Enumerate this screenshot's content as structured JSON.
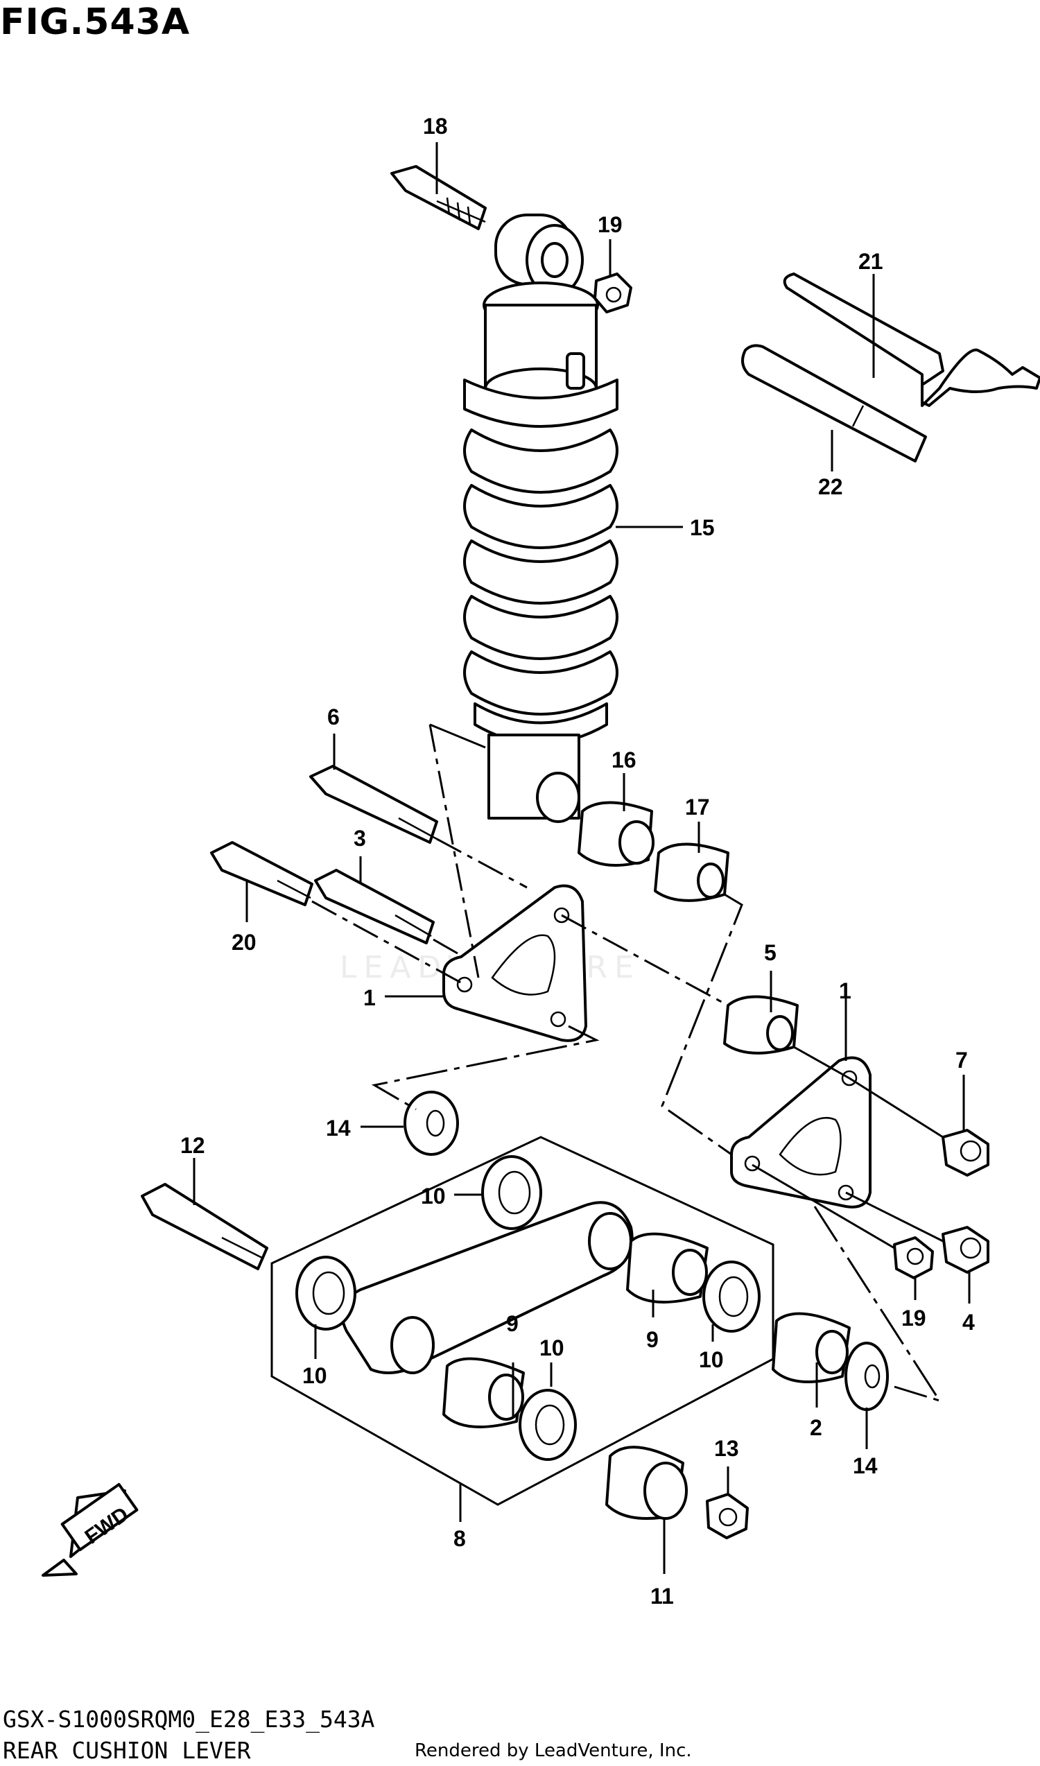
{
  "figure_title": "FIG.543A",
  "model_code": "GSX-S1000SRQM0_E28_E33_543A",
  "caption": "REAR CUSHION LEVER",
  "rendered_by": "Rendered by LeadVenture, Inc.",
  "watermark": "LEADVENTURE",
  "fwd_label": "FWD",
  "callouts": [
    {
      "id": "c18",
      "text": "18"
    },
    {
      "id": "c19a",
      "text": "19"
    },
    {
      "id": "c21",
      "text": "21"
    },
    {
      "id": "c22",
      "text": "22"
    },
    {
      "id": "c15",
      "text": "15"
    },
    {
      "id": "c6",
      "text": "6"
    },
    {
      "id": "c16",
      "text": "16"
    },
    {
      "id": "c17",
      "text": "17"
    },
    {
      "id": "c3",
      "text": "3"
    },
    {
      "id": "c20",
      "text": "20"
    },
    {
      "id": "c5",
      "text": "5"
    },
    {
      "id": "c1a",
      "text": "1"
    },
    {
      "id": "c1b",
      "text": "1"
    },
    {
      "id": "c7",
      "text": "7"
    },
    {
      "id": "c14a",
      "text": "14"
    },
    {
      "id": "c12",
      "text": "12"
    },
    {
      "id": "c10a",
      "text": "10"
    },
    {
      "id": "c19b",
      "text": "19"
    },
    {
      "id": "c4",
      "text": "4"
    },
    {
      "id": "c9a",
      "text": "9"
    },
    {
      "id": "c10b",
      "text": "10"
    },
    {
      "id": "c9b",
      "text": "9"
    },
    {
      "id": "c10c",
      "text": "10"
    },
    {
      "id": "c10d",
      "text": "10"
    },
    {
      "id": "c2",
      "text": "2"
    },
    {
      "id": "c14b",
      "text": "14"
    },
    {
      "id": "c13",
      "text": "13"
    },
    {
      "id": "c8",
      "text": "8"
    },
    {
      "id": "c11",
      "text": "11"
    }
  ]
}
